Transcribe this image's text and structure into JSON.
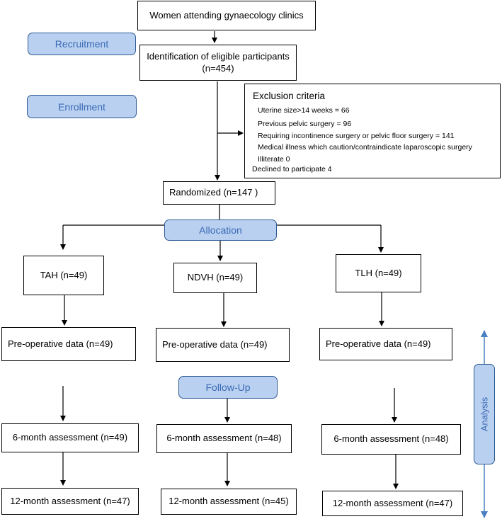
{
  "stages": {
    "recruitment": "Recruitment",
    "enrollment": "Enrollment",
    "allocation": "Allocation",
    "follow_up": "Follow-Up",
    "analysis": "Analysis"
  },
  "boxes": {
    "women_attending": "Women attending gynaecology clinics",
    "identification_line1": "Identification of eligible participants",
    "identification_line2": "(n=454)",
    "randomized": "Randomized (n=147 )"
  },
  "exclusion": {
    "title": "Exclusion criteria",
    "items": [
      "Uterine size>14 weeks = 66",
      "Previous pelvic surgery = 96",
      "Requiring incontinence surgery or pelvic floor surgery = 141",
      "Medical illness which caution/contraindicate laparoscopic surgery",
      "Illiterate 0"
    ],
    "declined": "Declined to participate 4"
  },
  "arms": [
    {
      "group": "TAH (n=49)",
      "preop": "Pre-operative data (n=49)",
      "six_month": "6-month assessment (n=49)",
      "twelve_month": "12-month assessment (n=47)"
    },
    {
      "group": "NDVH (n=49)",
      "preop": "Pre-operative data (n=49)",
      "six_month": "6-month assessment (n=48)",
      "twelve_month": "12-month assessment (n=45)"
    },
    {
      "group": "TLH (n=49)",
      "preop": "Pre-operative data (n=49)",
      "six_month": "6-month assessment (n=48)",
      "twelve_month": "12-month assessment (n=47)"
    }
  ]
}
